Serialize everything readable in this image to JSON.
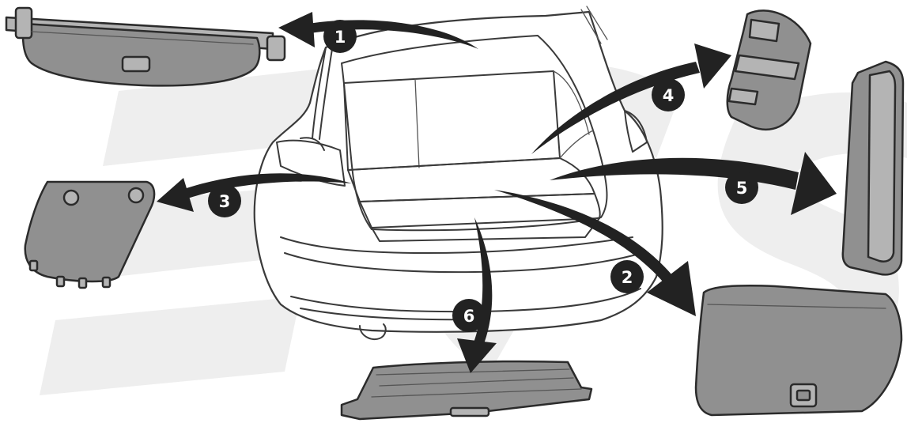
{
  "colors": {
    "badge_fill": "#222222",
    "arrow_fill": "#222222",
    "part_fill": "#909090",
    "part_light": "#b4b4b4",
    "watermark": "#eeeeee",
    "car_stroke": "#3a3a3a"
  },
  "callouts": [
    {
      "id": "1",
      "label": "1",
      "part": "luggage-cover"
    },
    {
      "id": "2",
      "label": "2",
      "part": "boot-floor-panel"
    },
    {
      "id": "3",
      "label": "3",
      "part": "side-trim-cover"
    },
    {
      "id": "4",
      "label": "4",
      "part": "upper-side-trim"
    },
    {
      "id": "5",
      "label": "5",
      "part": "side-trim-panel"
    },
    {
      "id": "6",
      "label": "6",
      "part": "sill-trim"
    }
  ]
}
